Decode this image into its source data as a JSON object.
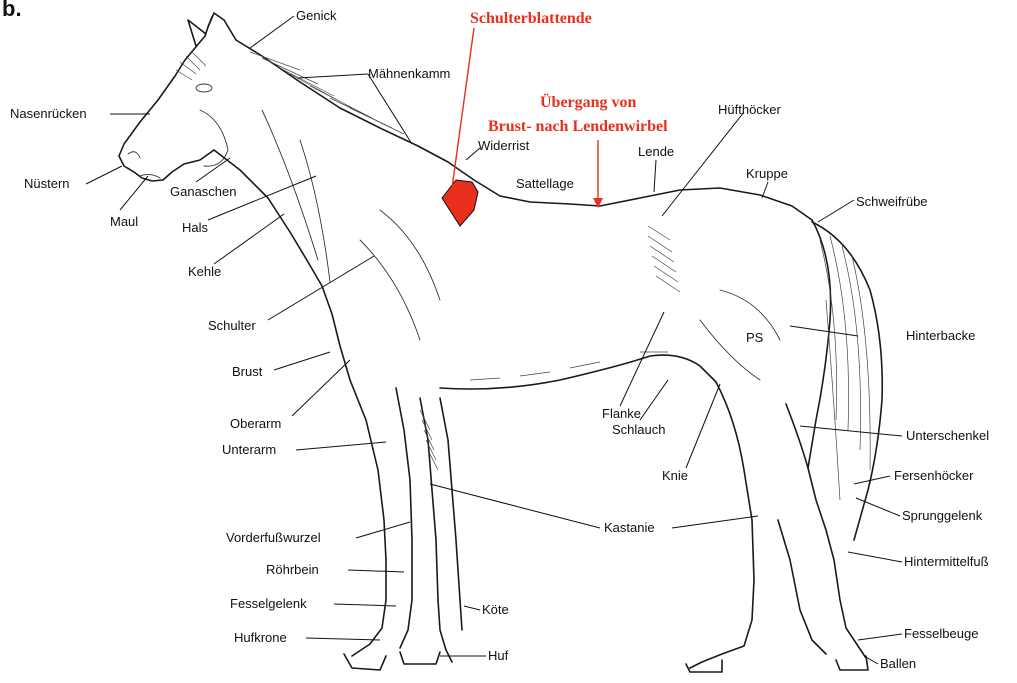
{
  "panel_marker": "b.",
  "colors": {
    "accent": "#e8301c",
    "outline": "#1a1a1a",
    "text": "#111111"
  },
  "highlights": {
    "shoulder_blade_end": "Schulterblattende",
    "transition_line1": "Übergang von",
    "transition_line2": "Brust- nach Lendenwirbel"
  },
  "labels": {
    "genick": "Genick",
    "maehnenkamm": "Mähnenkamm",
    "nasenruecken": "Nasenrücken",
    "nuestern": "Nüstern",
    "maul": "Maul",
    "ganaschen": "Ganaschen",
    "hals": "Hals",
    "kehle": "Kehle",
    "widerrist": "Widerrist",
    "sattellage": "Sattellage",
    "lende": "Lende",
    "huefthoecker": "Hüfthöcker",
    "kruppe": "Kruppe",
    "schweifruebe": "Schweifrübe",
    "schulter": "Schulter",
    "brust": "Brust",
    "oberarm": "Oberarm",
    "unterarm": "Unterarm",
    "ps": "PS",
    "hinterbacke": "Hinterbacke",
    "flanke": "Flanke",
    "schlauch": "Schlauch",
    "knie": "Knie",
    "unterschenkel": "Unterschenkel",
    "fersenhoecker": "Fersenhöcker",
    "sprunggelenk": "Sprunggelenk",
    "kastanie": "Kastanie",
    "vorderfusswurzel": "Vorderfußwurzel",
    "roehrbein": "Röhrbein",
    "fesselgelenk": "Fesselgelenk",
    "koete": "Köte",
    "hufkrone": "Hufkrone",
    "huf": "Huf",
    "hintermittelfuss": "Hintermittelfuß",
    "fesselbeuge": "Fesselbeuge",
    "ballen": "Ballen"
  }
}
